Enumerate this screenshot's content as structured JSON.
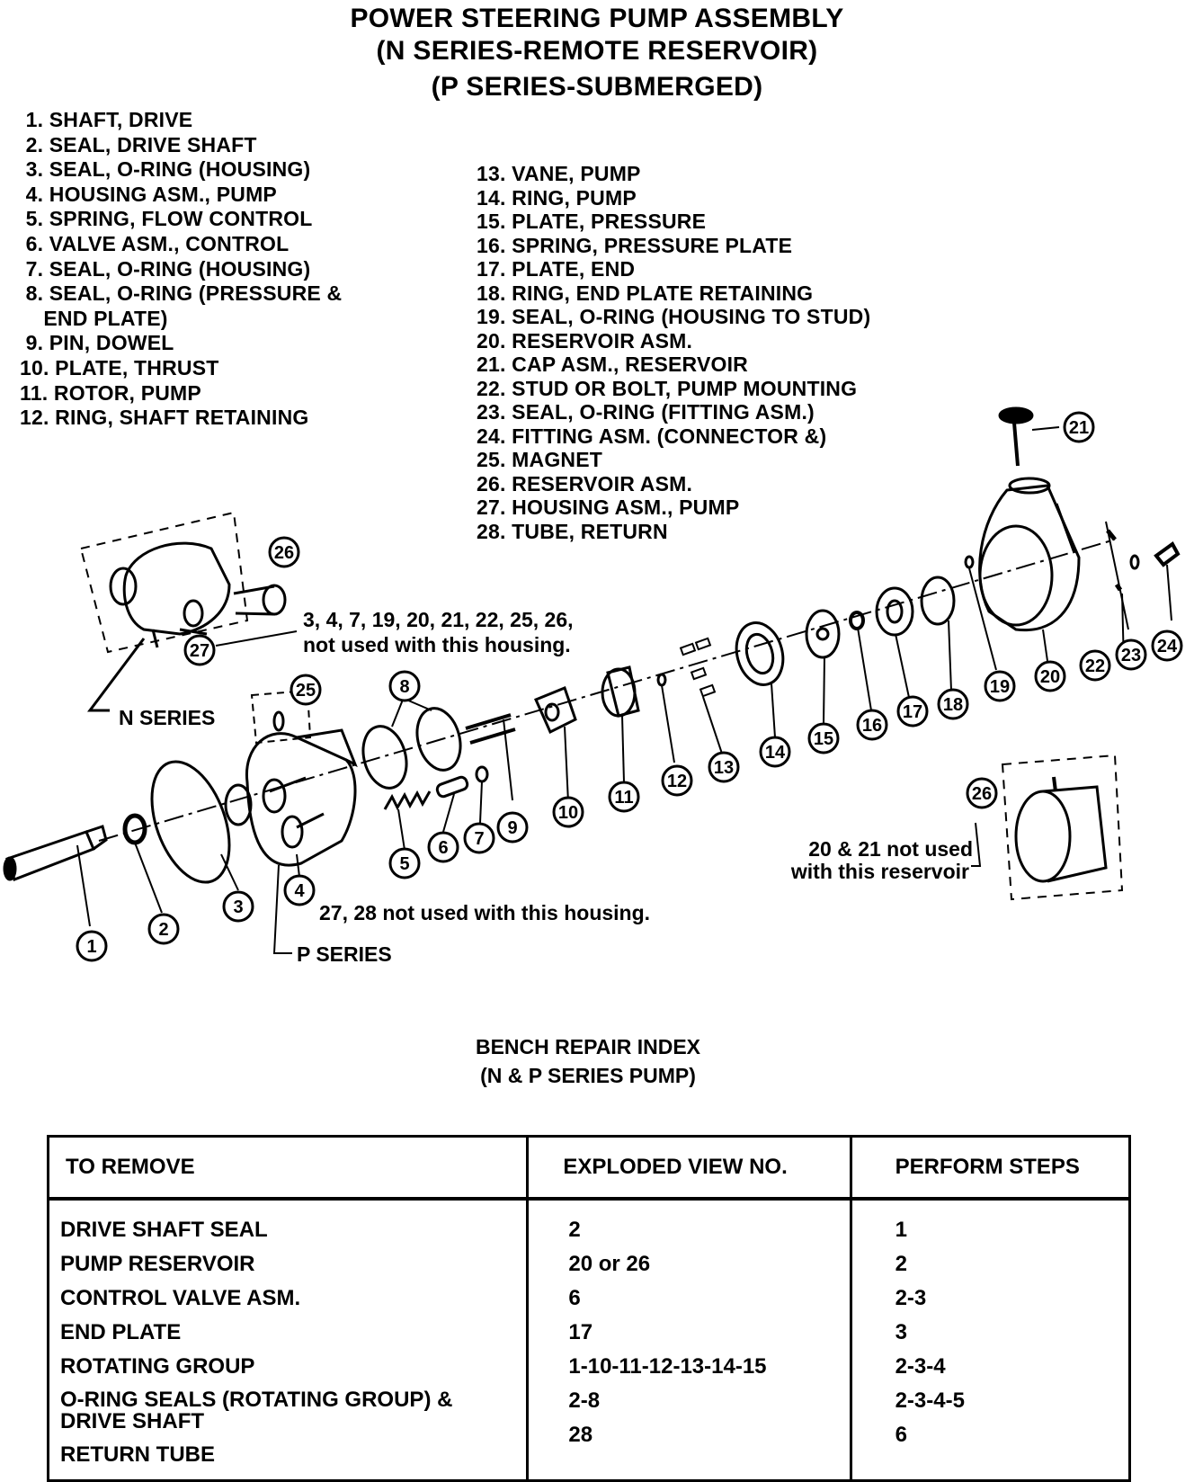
{
  "header": {
    "title_line1": "POWER STEERING PUMP ASSEMBLY",
    "title_line2": "(N SERIES-REMOTE RESERVOIR)",
    "title_line3": "(P SERIES-SUBMERGED)"
  },
  "parts_left": [
    " 1. SHAFT, DRIVE",
    " 2. SEAL, DRIVE SHAFT",
    " 3. SEAL, O-RING (HOUSING)",
    " 4. HOUSING ASM., PUMP",
    " 5. SPRING, FLOW CONTROL",
    " 6. VALVE ASM., CONTROL",
    " 7. SEAL, O-RING (HOUSING)",
    " 8. SEAL, O-RING (PRESSURE &",
    "    END PLATE)",
    " 9. PIN, DOWEL",
    "10. PLATE, THRUST",
    "11. ROTOR, PUMP",
    "12. RING, SHAFT RETAINING"
  ],
  "parts_right": [
    "13. VANE, PUMP",
    "14. RING, PUMP",
    "15. PLATE, PRESSURE",
    "16. SPRING, PRESSURE PLATE",
    "17. PLATE, END",
    "18. RING, END PLATE RETAINING",
    "19. SEAL, O-RING (HOUSING TO STUD)",
    "20. RESERVOIR ASM.",
    "21. CAP ASM., RESERVOIR",
    "22. STUD OR BOLT, PUMP MOUNTING",
    "23. SEAL, O-RING (FITTING ASM.)",
    "24. FITTING ASM. (CONNECTOR &)",
    "25. MAGNET",
    "26. RESERVOIR ASM.",
    "27. HOUSING ASM., PUMP",
    "28. TUBE, RETURN"
  ],
  "diagram": {
    "callouts": [
      "1",
      "2",
      "3",
      "4",
      "5",
      "6",
      "7",
      "8",
      "9",
      "10",
      "11",
      "12",
      "13",
      "14",
      "15",
      "16",
      "17",
      "18",
      "19",
      "20",
      "21",
      "22",
      "23",
      "24",
      "25",
      "26",
      "27",
      "26"
    ],
    "note_n_line1": "3, 4, 7, 19, 20, 21, 22, 25, 26,",
    "note_n_line2": "not used with this housing.",
    "label_n_series": "N SERIES",
    "note_p": "27, 28 not used with this housing.",
    "label_p_series": "P SERIES",
    "note_res_line1": "20 & 21 not used",
    "note_res_line2": "with this reservoir"
  },
  "bench_index": {
    "title_line1": "BENCH REPAIR INDEX",
    "title_line2": "(N & P SERIES PUMP)",
    "headers": [
      "TO REMOVE",
      "EXPLODED VIEW NO.",
      "PERFORM STEPS"
    ],
    "rows": [
      [
        "DRIVE SHAFT SEAL",
        "2",
        "1"
      ],
      [
        "PUMP RESERVOIR",
        "20 or 26",
        "2"
      ],
      [
        "CONTROL VALVE ASM.",
        "6",
        "2-3"
      ],
      [
        "END PLATE",
        "17",
        "3"
      ],
      [
        "ROTATING GROUP",
        "1-10-11-12-13-14-15",
        "2-3-4"
      ],
      [
        "O-RING SEALS (ROTATING GROUP) &\nDRIVE SHAFT",
        "2-8",
        "2-3-4-5"
      ],
      [
        "RETURN TUBE",
        "28",
        "6"
      ]
    ]
  }
}
